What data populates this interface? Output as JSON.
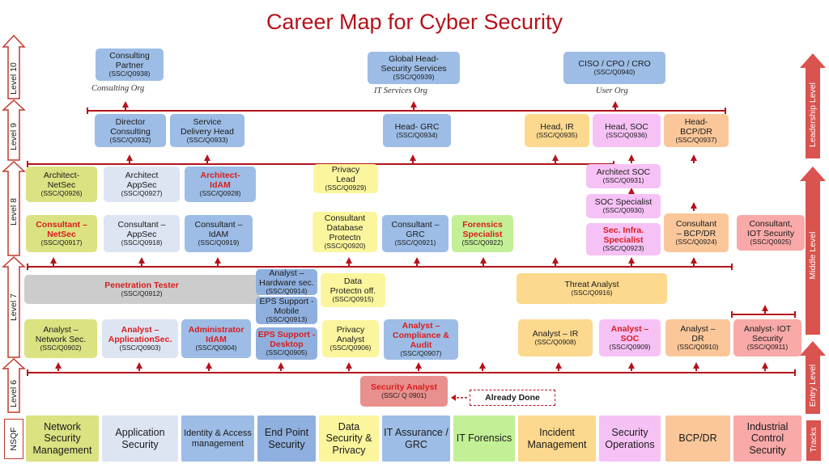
{
  "title": "Career Map for Cyber Security",
  "colors": {
    "title": "#b4121b",
    "arrow": "#b4121b",
    "left_arrow_border": "#c0392b",
    "right_arrow": "#d9534f"
  },
  "levels": [
    "Level 10",
    "Level 9",
    "Level 8",
    "Level 7",
    "Level 6",
    "NSQF"
  ],
  "right_levels": [
    "Leadership Level",
    "Middle Level",
    "Entry Level",
    "Tracks"
  ],
  "notes": {
    "consulting": "Consulting Org",
    "it_services": "IT Services Org",
    "user": "User Org"
  },
  "roles": {
    "consulting_partner": {
      "l1": "Consulting",
      "l2": "Partner",
      "code": "(SSC/Q0938)"
    },
    "global_head": {
      "l1": "Global Head-",
      "l2": "Security Services",
      "code": "(SSC/Q0939)"
    },
    "ciso": {
      "l1": "CISO / CPO / CRO",
      "code": "(SSC/Q0940)"
    },
    "director_consulting": {
      "l1": "Director",
      "l2": "Consulting",
      "code": "(SSC/Q0932)"
    },
    "service_delivery_head": {
      "l1": "Service",
      "l2": "Delivery Head",
      "code": "(SSC/Q0933)"
    },
    "head_grc": {
      "l1": "Head- GRC",
      "code": "(SSC/Q0934)"
    },
    "head_ir": {
      "l1": "Head, IR",
      "code": "(SSC/Q0935)"
    },
    "head_soc": {
      "l1": "Head, SOC",
      "code": "(SSC/Q0936)"
    },
    "head_bcp": {
      "l1": "Head-",
      "l2": "BCP/DR",
      "code": "(SSC/Q0937)"
    },
    "architect_netsec": {
      "l1": "Architect-",
      "l2": "NetSec",
      "code": "(SSC/Q0926)"
    },
    "architect_appsec": {
      "l1": "Architect",
      "l2": "AppSec",
      "code": "(SSC/Q0927)"
    },
    "architect_idam": {
      "l1": "Architect-",
      "l2": "IdAM",
      "code": "(SSC/Q0928)"
    },
    "privacy_lead": {
      "l1": "Privacy",
      "l2": "Lead",
      "code": "(SSC/Q0929)"
    },
    "architect_soc": {
      "l1": "Architect SOC",
      "code": "(SSC/Q0931)"
    },
    "soc_specialist": {
      "l1": "SOC Specialist",
      "code": "(SSC/Q0930)"
    },
    "consultant_netsec": {
      "l1": "Consultant –",
      "l2": "NetSec",
      "code": "(SSC/Q0917)"
    },
    "consultant_appsec": {
      "l1": "Consultant –",
      "l2": "AppSec",
      "code": "(SSC/Q0918)"
    },
    "consultant_idam": {
      "l1": "Consultant –",
      "l2": "IdAM",
      "code": "(SSC/Q0919)"
    },
    "consultant_db": {
      "l1": "Consultant",
      "l2": "Database",
      "l3": "Protectn",
      "code": "(SSC/Q0920)"
    },
    "consultant_grc": {
      "l1": "Consultant –",
      "l2": "GRC",
      "code": "(SSC/Q0921)"
    },
    "forensics_specialist": {
      "l1": "Forensics",
      "l2": "Specialist",
      "code": "(SSC/Q0922)"
    },
    "sec_infra_specialist": {
      "l1": "Sec. Infra.",
      "l2": "Specialist",
      "code": "(SSC/Q0923)"
    },
    "consultant_bcp": {
      "l1": "Consultant",
      "l2": "– BCP/DR",
      "code": "(SSC/Q0924)"
    },
    "consultant_iot": {
      "l1": "Consultant,",
      "l2": "IOT Security",
      "code": "(SSC/Q0925)"
    },
    "penetration_tester": {
      "l1": "Penetration  Tester",
      "code": "(SSC/Q0912)"
    },
    "analyst_hw": {
      "l1": "Analyst –",
      "l2": "Hardware sec.",
      "code": "(SSC/Q0914)"
    },
    "eps_mobile": {
      "l1": "EPS Support -",
      "l2": "Mobile",
      "code": "(SSC/Q0913)"
    },
    "data_protectn": {
      "l1": "Data",
      "l2": "Protectn off.",
      "code": "(SSC/Q0915)"
    },
    "threat_analyst": {
      "l1": "Threat Analyst",
      "code": "(SSC/Q0916)"
    },
    "analyst_netsec": {
      "l1": "Analyst –",
      "l2": "Network Sec.",
      "code": "(SSC/Q0902)"
    },
    "analyst_appsec": {
      "l1": "Analyst –",
      "l2": "ApplicationSec.",
      "code": "(SSC/Q0903)"
    },
    "admin_idam": {
      "l1": "Administrator",
      "l2": "IdAM",
      "code": "(SSC/Q0904)"
    },
    "eps_desktop": {
      "l1": "EPS Support -",
      "l2": "Desktop",
      "code": "(SSC/Q0905)"
    },
    "privacy_analyst": {
      "l1": "Privacy",
      "l2": "Analyst",
      "code": "(SSC/Q0906)"
    },
    "analyst_compliance": {
      "l1": "Analyst –",
      "l2": "Compliance &",
      "l3": "Audit",
      "code": "(SSC/Q0907)"
    },
    "analyst_ir": {
      "l1": "Analyst – IR",
      "code": "(SSC/Q0908)"
    },
    "analyst_soc": {
      "l1": "Analyst –",
      "l2": "SOC",
      "code": "(SSC/Q0909)"
    },
    "analyst_dr": {
      "l1": "Analyst –",
      "l2": "DR",
      "code": "(SSC/Q0910)"
    },
    "analyst_iot": {
      "l1": "Analyst- IOT",
      "l2": "Security",
      "code": "(SSC/Q0911)"
    },
    "security_analyst": {
      "l1": "Security Analyst",
      "code": "(SSC/ Q 0901)"
    }
  },
  "already_done": "Already Done",
  "tracks": [
    "Network Security Management",
    "Application Security",
    "Identity & Access management",
    "End Point Security",
    "Data Security & Privacy",
    "IT Assurance / GRC",
    "IT Forensics",
    "Incident Management",
    "Security Operations",
    "BCP/DR",
    "Industrial Control Security"
  ]
}
